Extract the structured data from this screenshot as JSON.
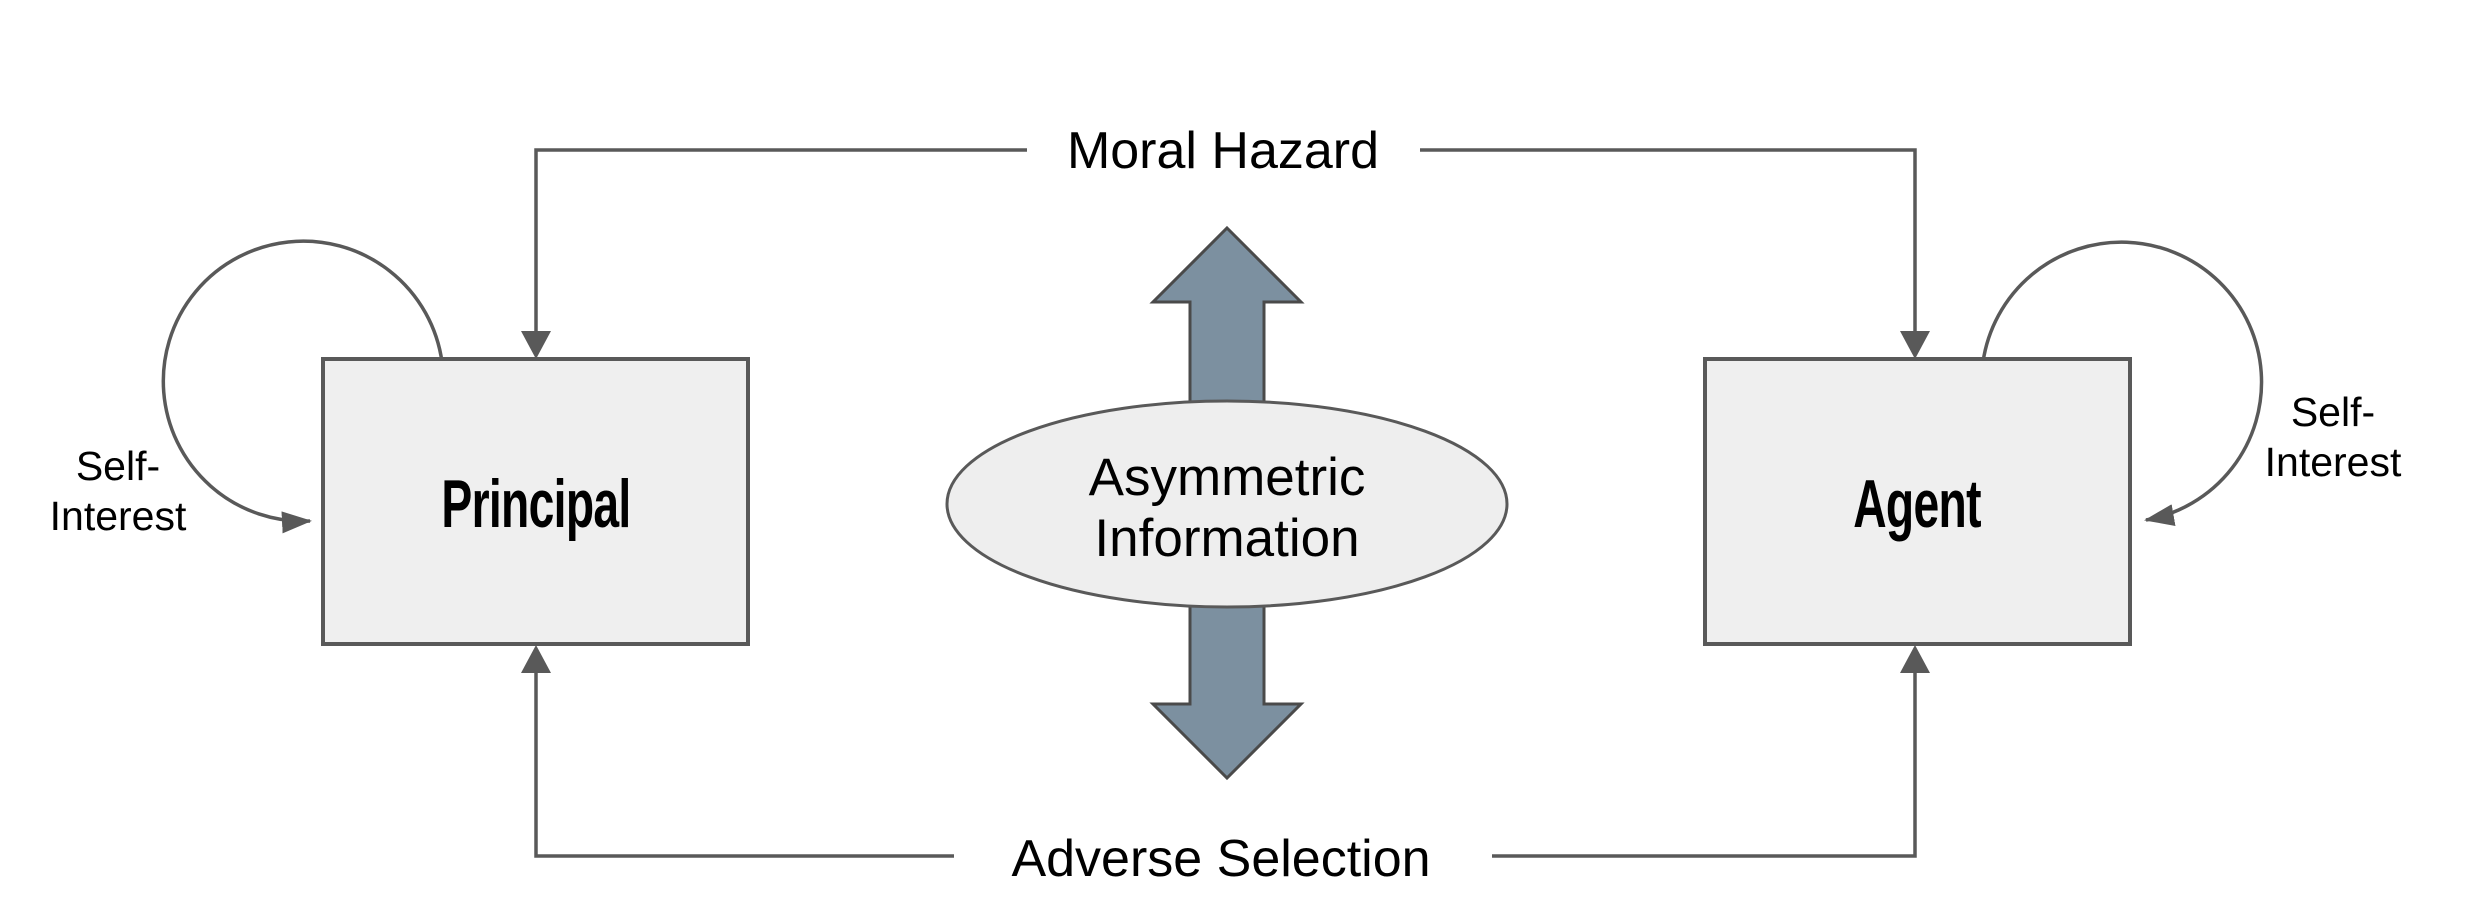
{
  "diagram": {
    "labels": {
      "moral_hazard": "Moral Hazard",
      "adverse_selection": "Adverse Selection",
      "principal": "Principal",
      "agent": "Agent",
      "asymmetric_info_line1": "Asymmetric",
      "asymmetric_info_line2": "Information",
      "self_interest_line1": "Self-",
      "self_interest_line2": "Interest"
    },
    "colors": {
      "connector_line": "#595959",
      "node_fill": "#efefef",
      "node_border": "#595959",
      "ellipse_fill": "#eeeeee",
      "arrow_fill": "#7c90a0",
      "arrow_border": "#4a4a4a",
      "text": "#000000",
      "background": "#ffffff"
    }
  }
}
